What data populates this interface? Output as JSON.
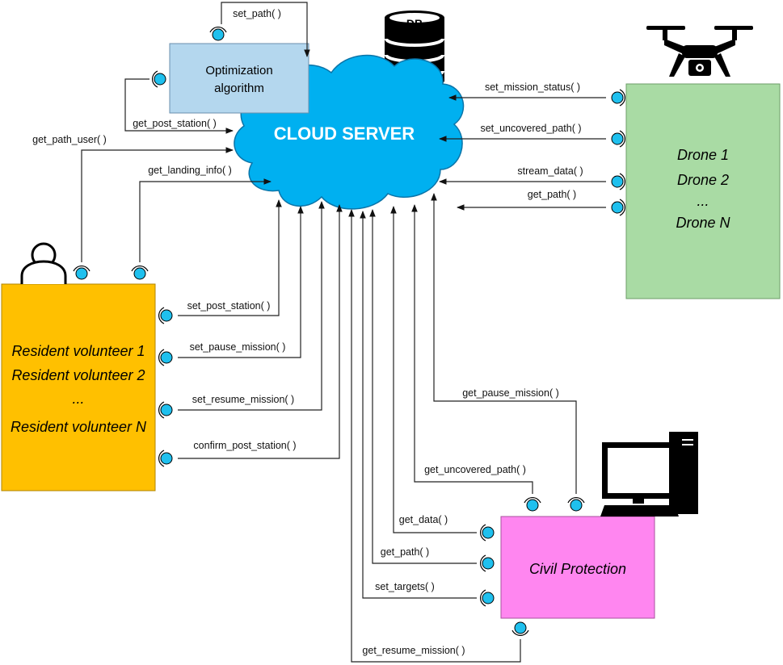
{
  "nodes": {
    "cloud": "CLOUD SERVER",
    "db": "DB",
    "optimization": [
      "Optimization",
      "algorithm"
    ],
    "drones": [
      "Drone 1",
      "Drone 2",
      "...",
      "Drone N"
    ],
    "residents": [
      "Resident volunteer 1",
      "Resident volunteer 2",
      "...",
      "Resident volunteer N"
    ],
    "civil": "Civil Protection"
  },
  "edges": {
    "set_path": "set_path( )",
    "get_post_station": "get_post_station( )",
    "get_path_user": "get_path_user( )",
    "get_landing_info": "get_landing_info( )",
    "set_mission_status": "set_mission_status( )",
    "set_uncovered_path": "set_uncovered_path( )",
    "stream_data": "stream_data( )",
    "get_path_drone": "get_path( )",
    "set_post_station": "set_post_station( )",
    "set_pause_mission": "set_pause_mission( )",
    "set_resume_mission": "set_resume_mission( )",
    "confirm_post_station": "confirm_post_station( )",
    "get_pause_mission": "get_pause_mission( )",
    "get_uncovered_path": "get_uncovered_path( )",
    "get_data": "get_data( )",
    "get_path_civil": "get_path( )",
    "set_targets": "set_targets( )",
    "get_resume_mission": "get_resume_mission( )"
  },
  "colors": {
    "cloud": "#00b0f0",
    "optimization": "#b4d7ee",
    "drones": "#a9dba4",
    "residents": "#ffc000",
    "civil": "#ff86f0",
    "port": "#1fc0ee"
  },
  "icons": [
    "database-icon",
    "drone-icon",
    "user-icon",
    "computer-icon"
  ]
}
